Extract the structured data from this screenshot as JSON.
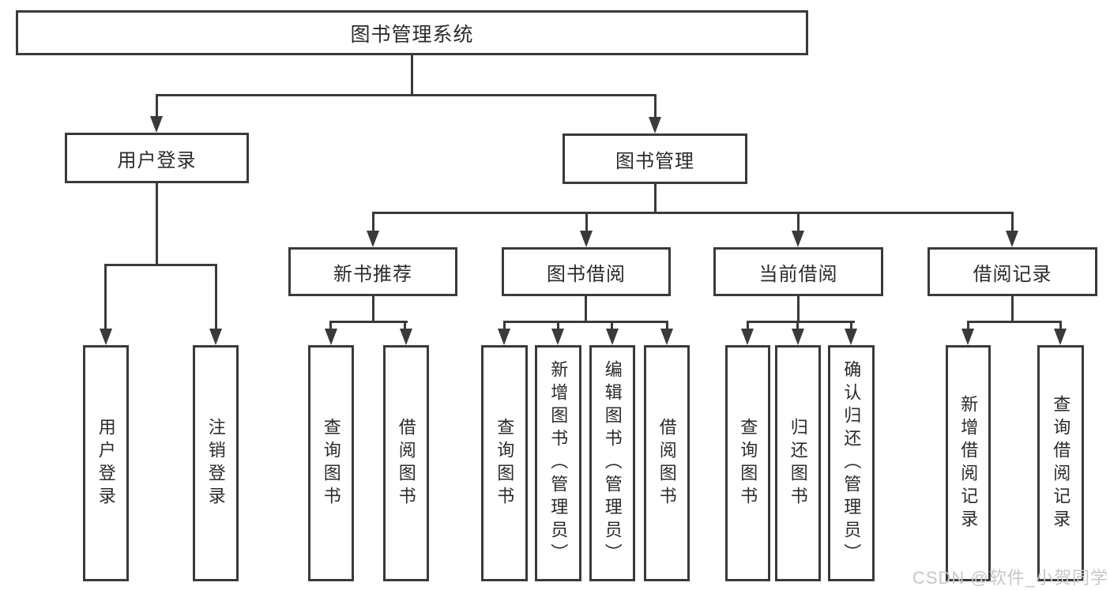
{
  "title": "图书管理系统",
  "watermark": "CSDN @软件_小贺同学",
  "colors": {
    "line": "#3a3a3a",
    "text": "#2b2b2b",
    "background": "#ffffff",
    "watermark": "#c3c7cd"
  },
  "tree": {
    "root": {
      "label": "图书管理系统"
    },
    "branches": [
      {
        "label": "用户登录",
        "children": [
          {
            "label": "用户登录"
          },
          {
            "label": "注销登录"
          }
        ]
      },
      {
        "label": "图书管理",
        "children": [
          {
            "label": "新书推荐",
            "children": [
              {
                "label": "查询图书"
              },
              {
                "label": "借阅图书"
              }
            ]
          },
          {
            "label": "图书借阅",
            "children": [
              {
                "label": "查询图书"
              },
              {
                "label": "新增图书（管理员）"
              },
              {
                "label": "编辑图书（管理员）"
              },
              {
                "label": "借阅图书"
              }
            ]
          },
          {
            "label": "当前借阅",
            "children": [
              {
                "label": "查询图书"
              },
              {
                "label": "归还图书"
              },
              {
                "label": "确认归还（管理员）"
              }
            ]
          },
          {
            "label": "借阅记录",
            "children": [
              {
                "label": "新增借阅记录"
              },
              {
                "label": "查询借阅记录"
              }
            ]
          }
        ]
      }
    ]
  }
}
